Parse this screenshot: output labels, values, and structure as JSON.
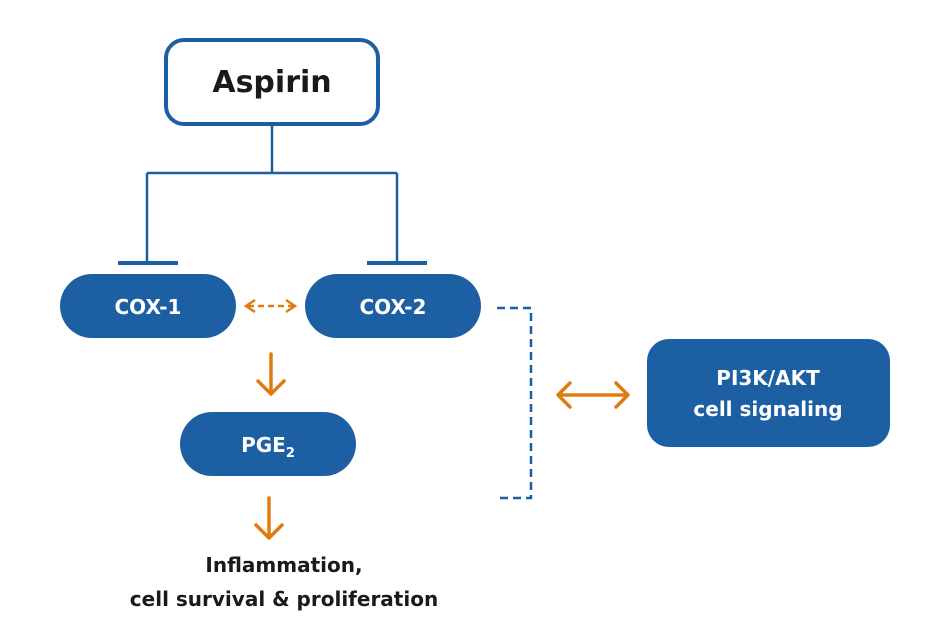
{
  "nodes": {
    "aspirin": "Aspirin",
    "cox1": "COX-1",
    "cox2": "COX-2",
    "pge_main": "PGE",
    "pge_sub": "2",
    "pi3k_line1": "PI3K/AKT",
    "pi3k_line2": "cell signaling"
  },
  "outcome": {
    "line1": "Inflammation,",
    "line2": "cell survival & proliferation"
  },
  "colors": {
    "blue": "#1d5fa3",
    "orange": "#e07b12",
    "text_dark": "#1a1a1a",
    "white": "#ffffff"
  }
}
